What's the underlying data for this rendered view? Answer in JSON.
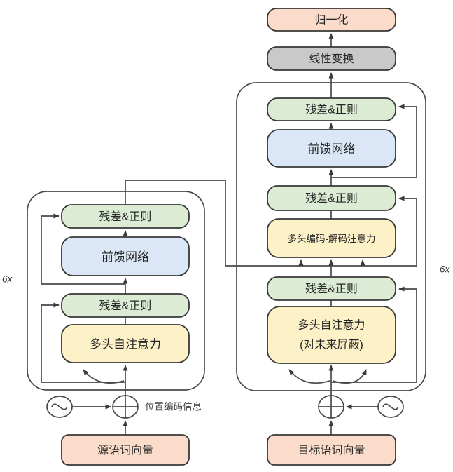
{
  "diagram": {
    "type": "transformer-architecture-flowchart",
    "output_head": {
      "normalize": "归一化",
      "linear": "线性变换"
    },
    "encoder": {
      "repeat_label": "6x",
      "blocks": {
        "residual_norm_top": "残差&正则",
        "ffn": "前馈网络",
        "residual_norm_bottom": "残差&正则",
        "self_attention": "多头自注意力"
      },
      "input_embedding": "源语词向量"
    },
    "decoder": {
      "repeat_label": "6x",
      "blocks": {
        "residual_norm_top": "残差&正则",
        "ffn": "前馈网络",
        "residual_norm_mid": "残差&正则",
        "enc_dec_attention": "多头编码-解码注意力",
        "residual_norm_bottom": "残差&正则",
        "masked_attention_line1": "多头自注意力",
        "masked_attention_line2": "(对未来屏蔽)"
      },
      "input_embedding": "目标语词向量"
    },
    "positional_encoding_label": "位置编码信息"
  },
  "colors": {
    "peach": "#fbdcca",
    "gray": "#c9c9c9",
    "green": "#dcebd3",
    "blue": "#dbe7f6",
    "yellow": "#fdf1c8",
    "stroke": "#4a4a4a",
    "text": "#262626",
    "background": "#ffffff"
  }
}
